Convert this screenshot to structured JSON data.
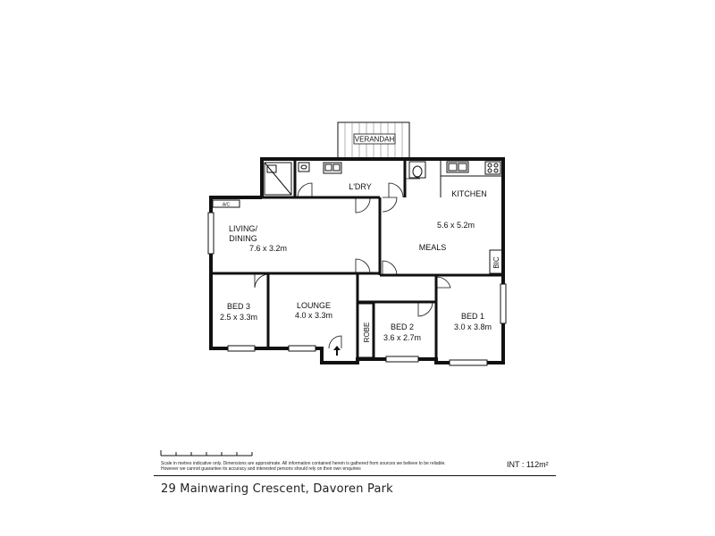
{
  "rooms": {
    "verandah": "VERANDAH",
    "laundry": "L'DRY",
    "kitchen": "KITCHEN",
    "kitchen_size": "5.6 x 5.2m",
    "meals": "MEALS",
    "bic": "BIC",
    "ac": "A/C",
    "living_line1": "LIVING/",
    "living_line2": "DINING",
    "living_size": "7.6 x 3.2m",
    "bed3": "BED 3",
    "bed3_size": "2.5 x 3.3m",
    "lounge": "LOUNGE",
    "lounge_size": "4.0 x 3.3m",
    "robe": "ROBE",
    "bed2": "BED 2",
    "bed2_size": "3.6 x 2.7m",
    "bed1": "BED 1",
    "bed1_size": "3.0 x 3.8m"
  },
  "footer": {
    "disclaimer": "Scale in metres indicative only. Dimensions are approximate. All information contained herein is gathered from sources we believe to be reliable. However we cannot guarantee its accuracy and interested persons should rely on their own enquiries",
    "area": "INT  : 112m²",
    "address": "29 Mainwaring Crescent, Davoren Park"
  }
}
